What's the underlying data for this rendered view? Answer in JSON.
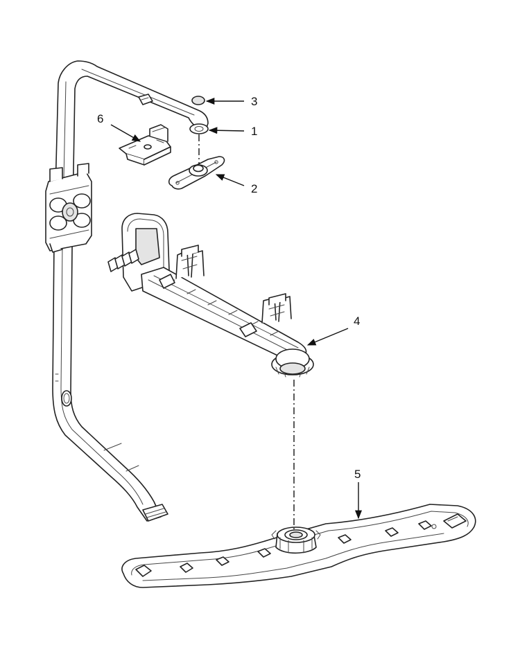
{
  "callouts": {
    "c1": "1",
    "c2": "2",
    "c3": "3",
    "c4": "4",
    "c5": "5",
    "c6": "6"
  },
  "colors": {
    "line": "#222222",
    "fill": "#ffffff",
    "shade": "#e4e4e4"
  }
}
